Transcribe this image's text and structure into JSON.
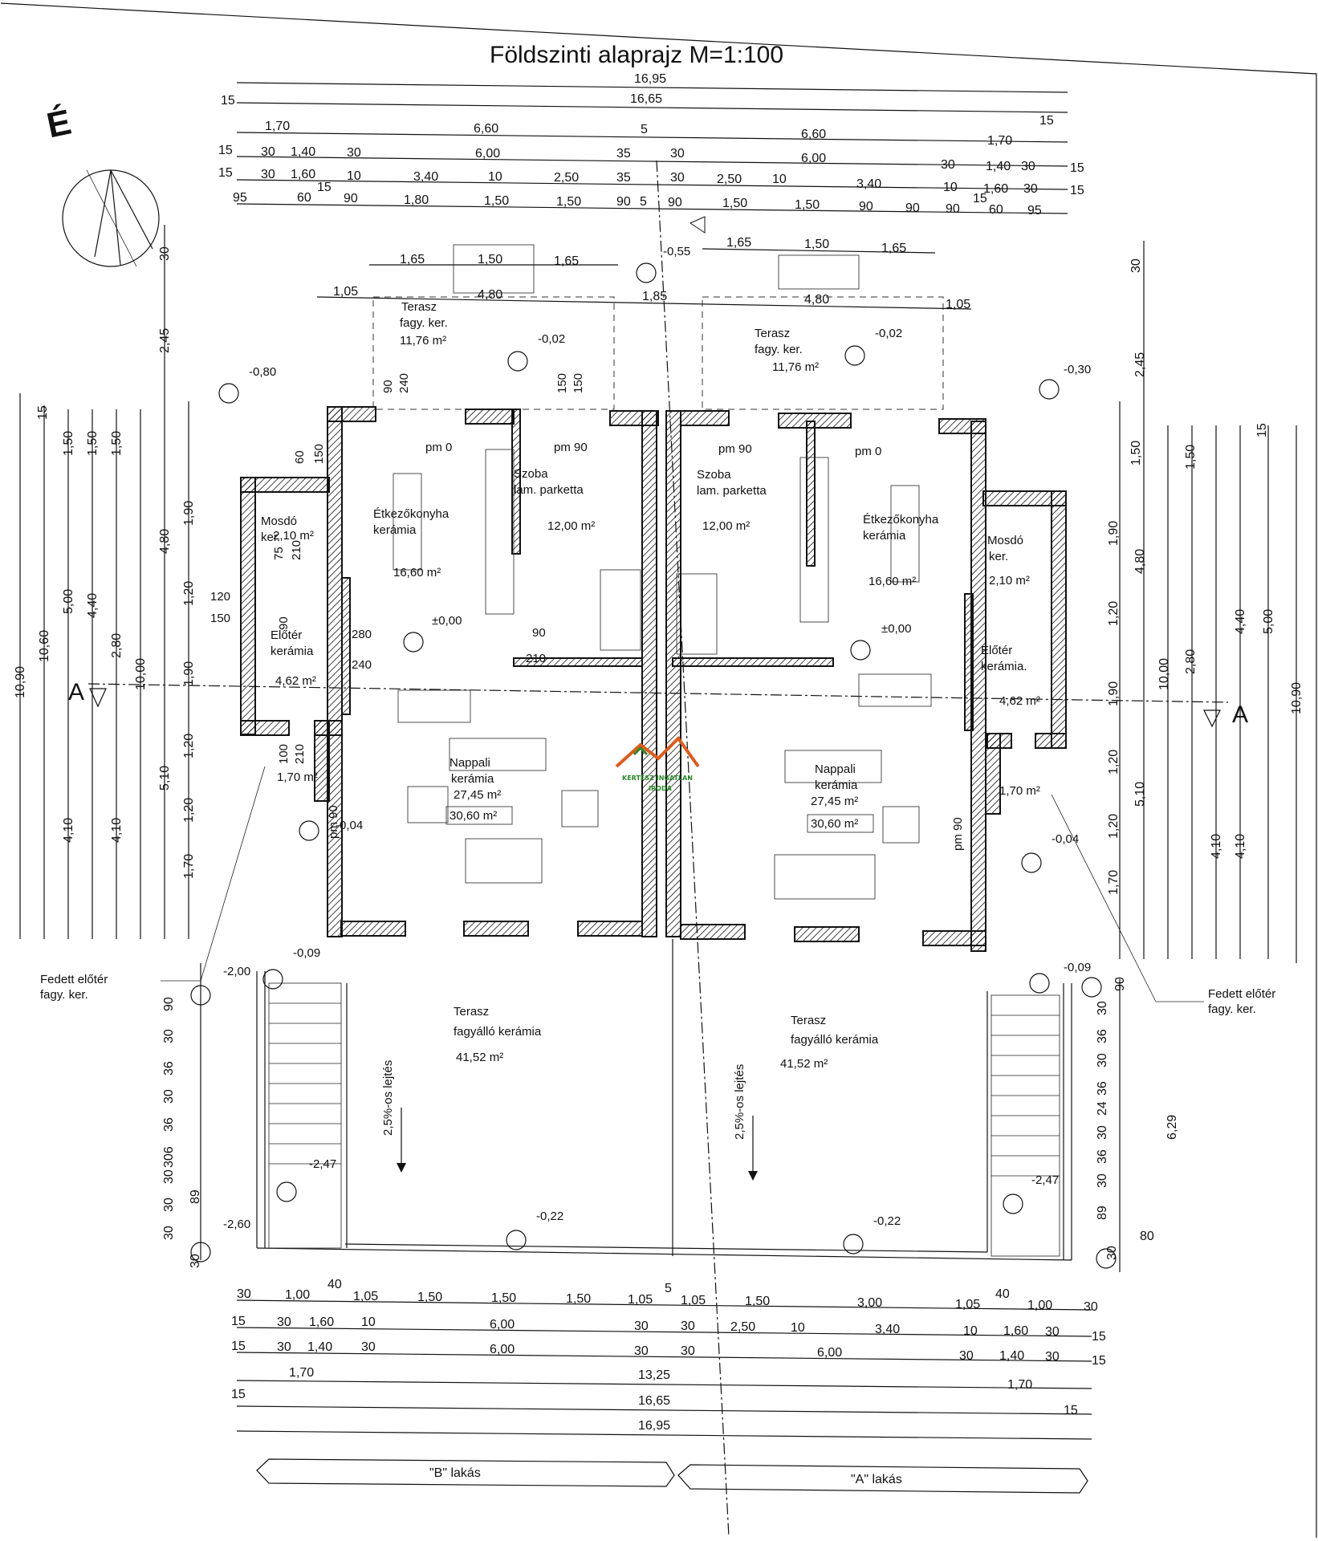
{
  "title": "Földszinti alaprajz  M=1:100",
  "north_label": "É",
  "watermark": {
    "text": "KERTÉSZ INGATLAN",
    "sub": "IRODA",
    "colors": [
      "#e05a1a",
      "#2a8a2a"
    ]
  },
  "overall_dims": {
    "d1695": "16,95",
    "d1665": "16,65",
    "d1325": "13,25"
  },
  "top_chain_1": [
    "15",
    "1,70",
    "6,60",
    "5",
    "6,60",
    "1,70",
    "15"
  ],
  "top_chain_2": [
    "15",
    "30",
    "1,40",
    "30",
    "6,00",
    "35",
    "30",
    "6,00",
    "30",
    "1,40",
    "30",
    "15"
  ],
  "top_chain_3": [
    "15",
    "30",
    "1,60",
    "15",
    "10",
    "3,40",
    "10",
    "2,50",
    "35",
    "30",
    "2,50",
    "10",
    "3,40",
    "10",
    "1,60",
    "30",
    "15"
  ],
  "top_chain_4": [
    "95",
    "60",
    "90",
    "1,80",
    "1,50",
    "1,50",
    "90",
    "5",
    "90",
    "1,50",
    "1,50",
    "90",
    "90",
    "90",
    "15",
    "60",
    "95"
  ],
  "terrace_dims": [
    "1,65",
    "1,50",
    "1,65",
    "1,65",
    "1,50",
    "1,65",
    "1,05",
    "4,80",
    "1,85",
    "4,80",
    "1,05"
  ],
  "bottom_chain_1": [
    "30",
    "1,00",
    "40",
    "1,05",
    "1,50",
    "1,50",
    "1,50",
    "1,05",
    "5",
    "1,05",
    "1,50",
    "3,00",
    "1,05",
    "40",
    "1,00",
    "30"
  ],
  "bottom_chain_2": [
    "15",
    "30",
    "1,60",
    "10",
    "6,00",
    "30",
    "30",
    "2,50",
    "10",
    "3,40",
    "10",
    "1,60",
    "30",
    "15"
  ],
  "bottom_chain_3": [
    "15",
    "30",
    "1,40",
    "30",
    "6,00",
    "30",
    "30",
    "6,00",
    "30",
    "1,40",
    "30",
    "15"
  ],
  "bottom_chain_4": [
    "1,70",
    "1,70",
    "15",
    "15"
  ],
  "left_dims": [
    "10,90",
    "10,60",
    "5,00",
    "4,40",
    "2,80",
    "10,00",
    "4,10",
    "4,10",
    "1,50",
    "1,50",
    "1,50",
    "1,90",
    "4,80",
    "1,20",
    "1,90",
    "1,20",
    "5,10",
    "1,20",
    "1,70",
    "2,45",
    "30",
    "15"
  ],
  "right_dims": [
    "10,90",
    "10,00",
    "5,00",
    "4,40",
    "2,80",
    "4,10",
    "4,10",
    "1,50",
    "1,50",
    "1,90",
    "4,80",
    "1,20",
    "1,90",
    "1,20",
    "5,10",
    "1,20",
    "1,70",
    "2,45",
    "6,29",
    "30",
    "15"
  ],
  "stair_left_dims": [
    "90",
    "30",
    "36",
    "30",
    "36",
    "306",
    "30",
    "30",
    "89",
    "30",
    "30"
  ],
  "stair_right_dims": [
    "90",
    "30",
    "36",
    "30",
    "36",
    "24",
    "30",
    "36",
    "30",
    "89",
    "30",
    "80"
  ],
  "section_label": "A",
  "levels": {
    "l_m055": "-0,55",
    "l_m080": "-0,80",
    "l_m002a": "-0,02",
    "l_m002b": "-0,02",
    "l_m030": "-0,30",
    "l_000a": "±0,00",
    "l_000b": "±0,00",
    "l_m004a": "-0,04",
    "l_m004b": "-0,04",
    "l_m009a": "-0,09",
    "l_m009b": "-0,09",
    "l_m200": "-2,00",
    "l_m247a": "-2,47",
    "l_m247b": "-2,47",
    "l_m260": "-2,60",
    "l_m022a": "-0,22",
    "l_m022b": "-0,22"
  },
  "rooms_b": {
    "terasz_top": "Terasz",
    "terasz_top_sub": "fagy. ker.",
    "terasz_top_area": "11,76 m²",
    "kitchen": "Étkezőkonyha",
    "kitchen_sub": "kerámia",
    "kitchen_area": "16,60 m²",
    "szoba": "Szoba",
    "szoba_sub": "lam. parketta",
    "szoba_area": "12,00 m²",
    "mosdo": "Mosdó",
    "mosdo_sub": "ker.",
    "mosdo_area": "2,10 m²",
    "eloter": "Előtér",
    "eloter_sub": "kerámia",
    "eloter_area": "4,62 m²",
    "wc_area": "1,70 m²",
    "nappali": "Nappali",
    "nappali_sub": "kerámia",
    "nappali_area": "27,45 m²",
    "nappali_area2": "30,60 m²",
    "terasz": "Terasz",
    "terasz_sub": "fagyálló kerámia",
    "terasz_area": "41,52 m²",
    "slope": "2,5%-os lejtés",
    "fedett": "Fedett előtér",
    "fedett_sub": "fagy. ker."
  },
  "rooms_a": {
    "terasz_top": "Terasz",
    "terasz_top_sub": "fagy. ker.",
    "terasz_top_area": "11,76 m²",
    "kitchen": "Étkezőkonyha",
    "kitchen_sub": "kerámia",
    "kitchen_area": "16,60 m²",
    "szoba": "Szoba",
    "szoba_sub": "lam. parketta",
    "szoba_area": "12,00 m²",
    "mosdo": "Mosdó",
    "mosdo_sub": "ker.",
    "mosdo_area": "2,10 m²",
    "eloter": "Előtér",
    "eloter_sub": "kerámia.",
    "eloter_area": "4,62 m²",
    "wc_area": "1,70 m²",
    "nappali": "Nappali",
    "nappali_sub": "kerámia",
    "nappali_area": "27,45 m²",
    "nappali_area2": "30,60 m²",
    "terasz": "Terasz",
    "terasz_sub": "fagyálló kerámia",
    "terasz_area": "41,52 m²",
    "slope": "2,5%-os lejtés",
    "fedett": "Fedett előtér",
    "fedett_sub": "fagy. ker."
  },
  "pm": {
    "pm0": "pm 0",
    "pm90": "pm 90",
    "pm90v": "pm 90"
  },
  "openings": [
    "90",
    "240",
    "150",
    "150",
    "60",
    "150",
    "120",
    "150",
    "280",
    "240",
    "90",
    "210",
    "100",
    "210",
    "75",
    "210",
    "90"
  ],
  "unit_b": "\"B\" lakás",
  "unit_a": "\"A\" lakás"
}
